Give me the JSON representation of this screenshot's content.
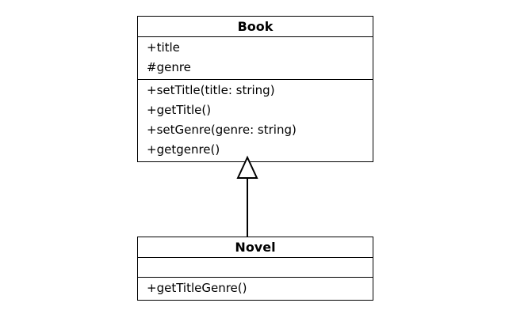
{
  "book": {
    "name": "Book",
    "attributes": [
      "+title",
      "#genre"
    ],
    "operations": [
      "+setTitle(title: string)",
      "+getTitle()",
      "+setGenre(genre: string)",
      "+getgenre()"
    ]
  },
  "novel": {
    "name": "Novel",
    "attributes": [],
    "operations": [
      "+getTitleGenre()"
    ]
  },
  "relationship": {
    "type": "generalization",
    "from": "Novel",
    "to": "Book"
  }
}
